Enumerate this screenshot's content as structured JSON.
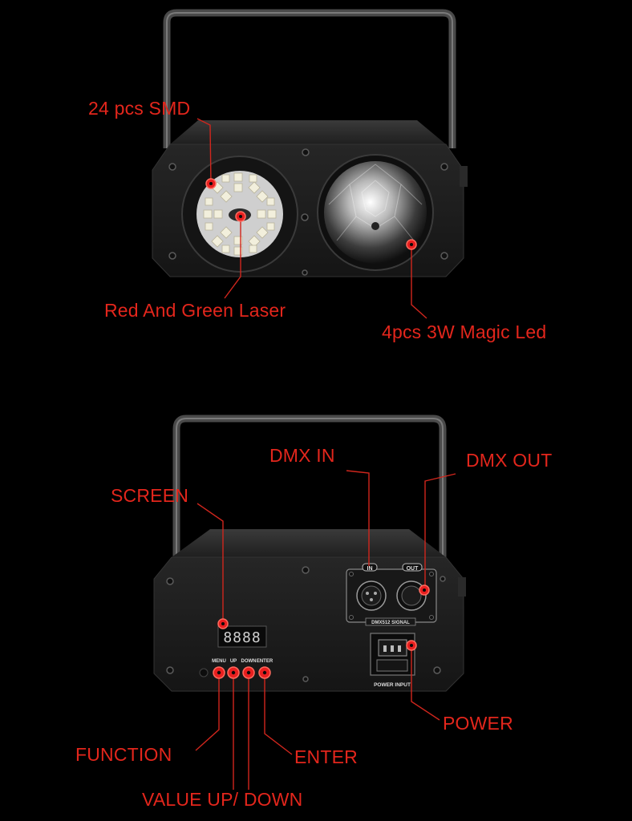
{
  "colors": {
    "background": "#000000",
    "callout_text": "#e3261c",
    "callout_line": "#d0261d",
    "marker": "#e81f1f",
    "housing": "#1b1b1b",
    "panel_text": "#dddddd",
    "display_digit": "#cfcfcf"
  },
  "callouts": {
    "smd": "24 pcs SMD",
    "laser": "Red And Green Laser",
    "magic_led": "4pcs 3W Magic Led",
    "dmx_in": "DMX IN",
    "dmx_out": "DMX OUT",
    "screen": "SCREEN",
    "power": "POWER",
    "function": "FUNCTION",
    "enter": "ENTER",
    "value": "VALUE UP/ DOWN"
  },
  "panel": {
    "dmx_in_label": "IN",
    "dmx_out_label": "OUT",
    "dmx_signal_label": "DMX512 SIGNAL",
    "power_input_label": "POWER INPUT",
    "display_value": "8888",
    "buttons": [
      "MENU",
      "UP",
      "DOWN",
      "ENTER"
    ]
  },
  "icons": {
    "marker": "red-dot-marker-icon",
    "xlr_connector": "xlr-connector-icon",
    "power_socket": "iec-power-socket-icon"
  }
}
